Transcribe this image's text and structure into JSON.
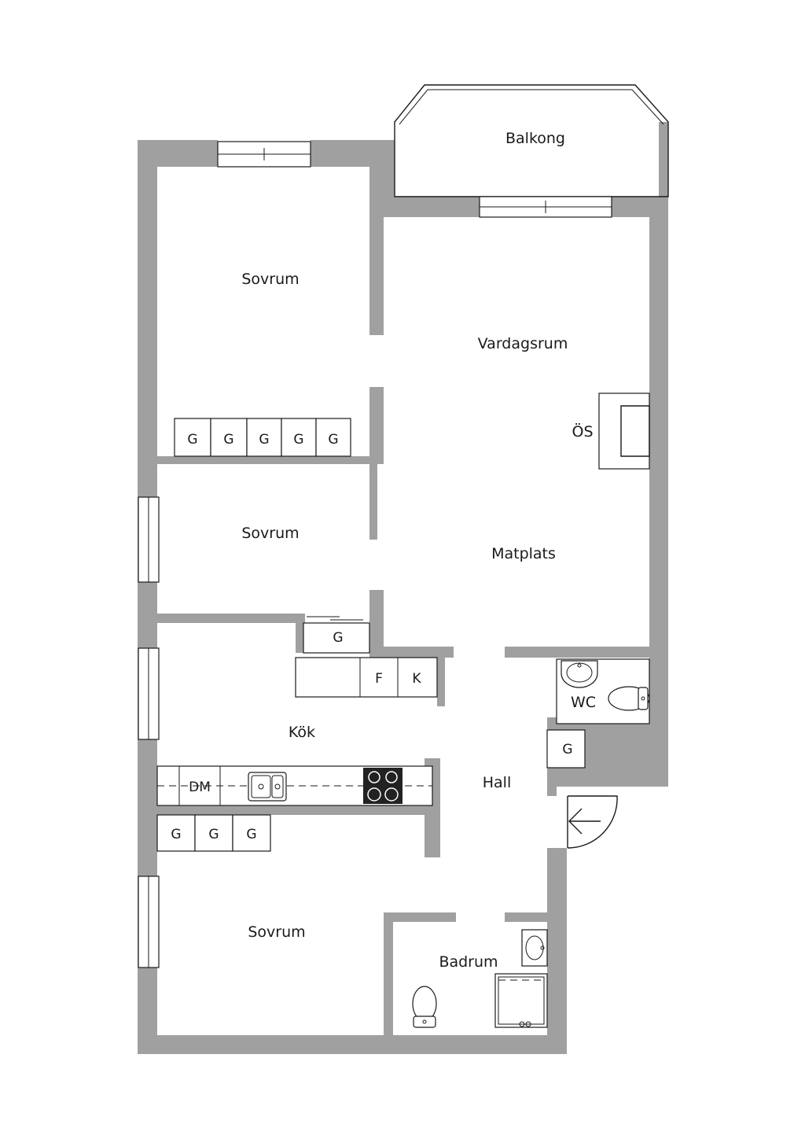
{
  "rooms": {
    "balcony": "Balkong",
    "bedroom_top": "Sovrum",
    "living": "Vardagsrum",
    "bedroom_mid": "Sovrum",
    "dining": "Matplats",
    "stove": "ÖS",
    "kitchen": "Kök",
    "wc": "WC",
    "hall": "Hall",
    "bedroom_bottom": "Sovrum",
    "bathroom": "Badrum"
  },
  "wardrobes": {
    "bedroom_top": [
      "G",
      "G",
      "G",
      "G",
      "G"
    ],
    "mid_closet": "G",
    "hall_closet": "G",
    "kitchen_storage": [
      "G",
      "G",
      "G"
    ]
  },
  "appliances": {
    "fridge": "F",
    "freezer": "K",
    "dishwasher": "DM"
  },
  "colors": {
    "wall": "#a0a0a0",
    "line": "#1a1a1a"
  }
}
